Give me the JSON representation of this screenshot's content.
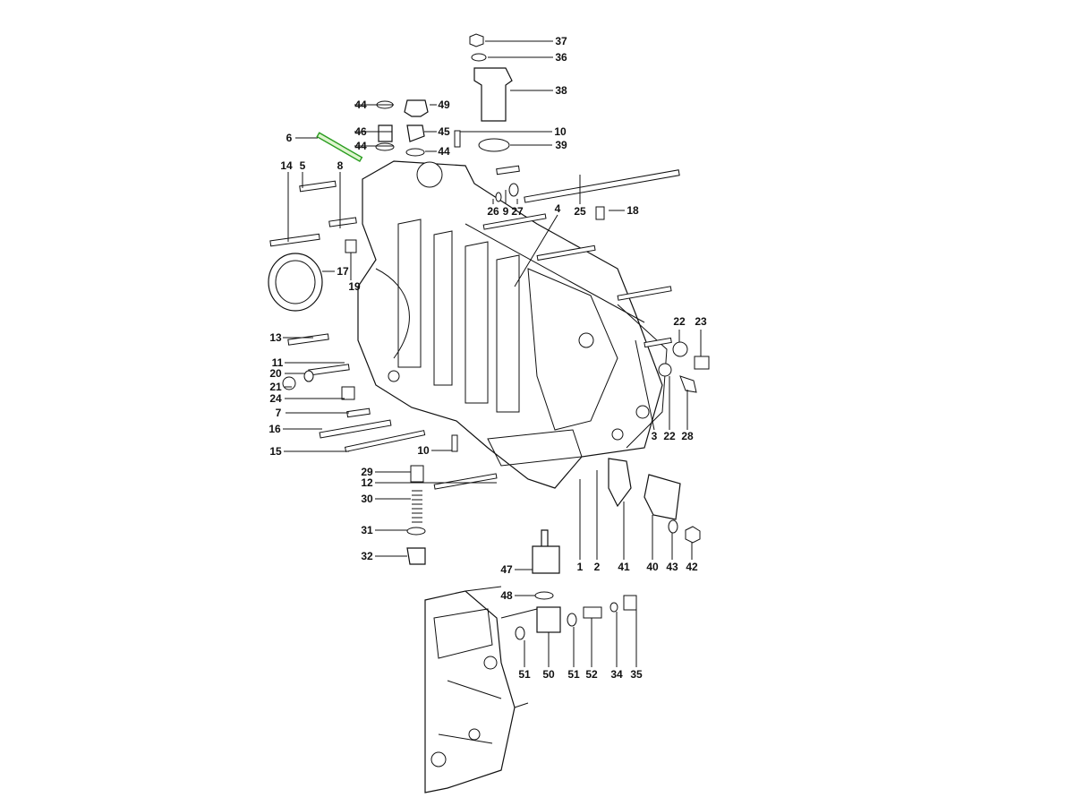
{
  "diagram": {
    "type": "exploded-parts-diagram",
    "subject": "crankcase",
    "highlight_color": "#2a9d20",
    "callouts": [
      "37",
      "36",
      "38",
      "49",
      "44",
      "46",
      "45",
      "10",
      "6",
      "44",
      "44",
      "39",
      "14",
      "5",
      "8",
      "26",
      "9",
      "27",
      "4",
      "25",
      "18",
      "17",
      "19",
      "13",
      "11",
      "20",
      "21",
      "24",
      "7",
      "16",
      "15",
      "10",
      "29",
      "12",
      "30",
      "31",
      "32",
      "47",
      "48",
      "1",
      "2",
      "41",
      "40",
      "43",
      "42",
      "22",
      "23",
      "3",
      "22",
      "28",
      "51",
      "50",
      "51",
      "52",
      "34",
      "35"
    ]
  }
}
